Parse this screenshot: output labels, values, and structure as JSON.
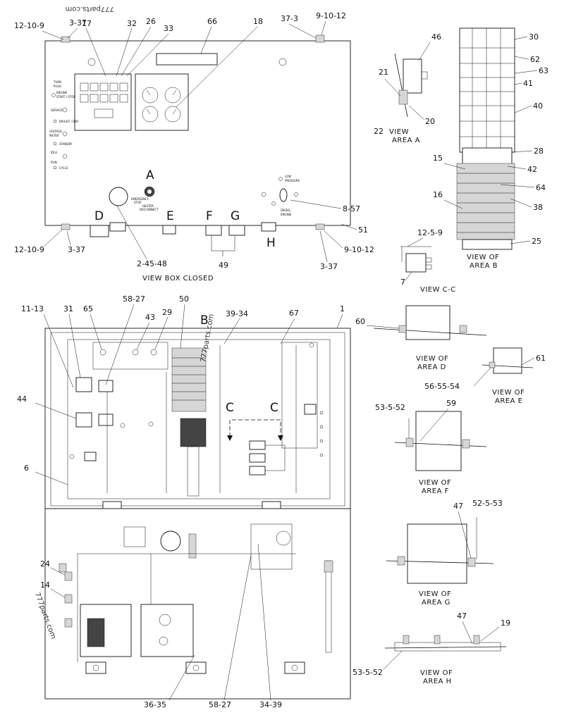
{
  "watermarks": [
    "777parts.com",
    "777parts.com",
    "777parts.com"
  ],
  "view_letters": {
    "a": "A",
    "b": "B",
    "c1": "C",
    "c2": "C",
    "d": "D",
    "e": "E",
    "f": "F",
    "g": "G",
    "h": "H"
  },
  "captions": {
    "box_closed": "VIEW BOX CLOSED",
    "view_a_1": "VIEW",
    "view_a_2": "AREA A",
    "view_b_1": "VIEW OF",
    "view_b_2": "AREA B",
    "view_cc": "VIEW C-C",
    "view_d_1": "VIEW OF",
    "view_d_2": "AREA D",
    "view_e_1": "VIEW OF",
    "view_e_2": "AREA E",
    "view_f_1": "VIEW OF",
    "view_f_2": "AREA F",
    "view_g_1": "VIEW OF",
    "view_g_2": "AREA G",
    "view_h_1": "VIEW OF",
    "view_h_2": "AREA H"
  },
  "callouts": {
    "c01": "12-10-9",
    "c02": "3-37",
    "c03": "17",
    "c04": "32",
    "c05": "26",
    "c06": "33",
    "c07": "66",
    "c08": "18",
    "c09": "37-3",
    "c10": "9-10-12",
    "c11": "12-10-9",
    "c12": "3-37",
    "c13": "2-45-48",
    "c14": "49",
    "c15": "8-57",
    "c16": "51",
    "c17": "9-10-12",
    "c18": "3-37",
    "c19": "46",
    "c20": "21",
    "c21": "20",
    "c22": "22",
    "c23": "30",
    "c24": "62",
    "c25": "63",
    "c26": "41",
    "c27": "40",
    "c28": "28",
    "c29": "42",
    "c30": "15",
    "c31": "64",
    "c32": "16",
    "c33": "38",
    "c34": "25",
    "c35": "12-5-9",
    "c36": "7",
    "c37": "11-13",
    "c38": "31",
    "c39": "65",
    "c40": "58-27",
    "c41": "43",
    "c42": "29",
    "c43": "50",
    "c44": "39-34",
    "c45": "67",
    "c46": "1",
    "c47": "44",
    "c48": "6",
    "c49": "24",
    "c50": "14",
    "c51": "36-35",
    "c52": "58-27",
    "c53": "34-39",
    "c54": "60",
    "c55": "61",
    "c56": "56-55-54",
    "c57": "53-5-52",
    "c58": "59",
    "c59": "47",
    "c60": "52-5-53",
    "c61": "47",
    "c62": "19",
    "c63": "53-5-52"
  },
  "panel_text": {
    "p1": "TURN",
    "p2": "PUSH",
    "p3": "ENGINE",
    "p4": "START / STOP",
    "p5": "SERVICE",
    "p6": "BRIGHT / DIM",
    "p7": "VOLTAGE",
    "p8": "METER",
    "p9": "STANDBY",
    "p10": "IDLE",
    "p11": "RUN",
    "p12": "CYCLE",
    "p13": "EMERGENCY",
    "p14": "STOP",
    "p15": "HEATER",
    "p16": "DISCONNECT",
    "p17": "LOW",
    "p18": "PRESSURE",
    "p19": "DIESEL",
    "p20": "ENGINE"
  }
}
